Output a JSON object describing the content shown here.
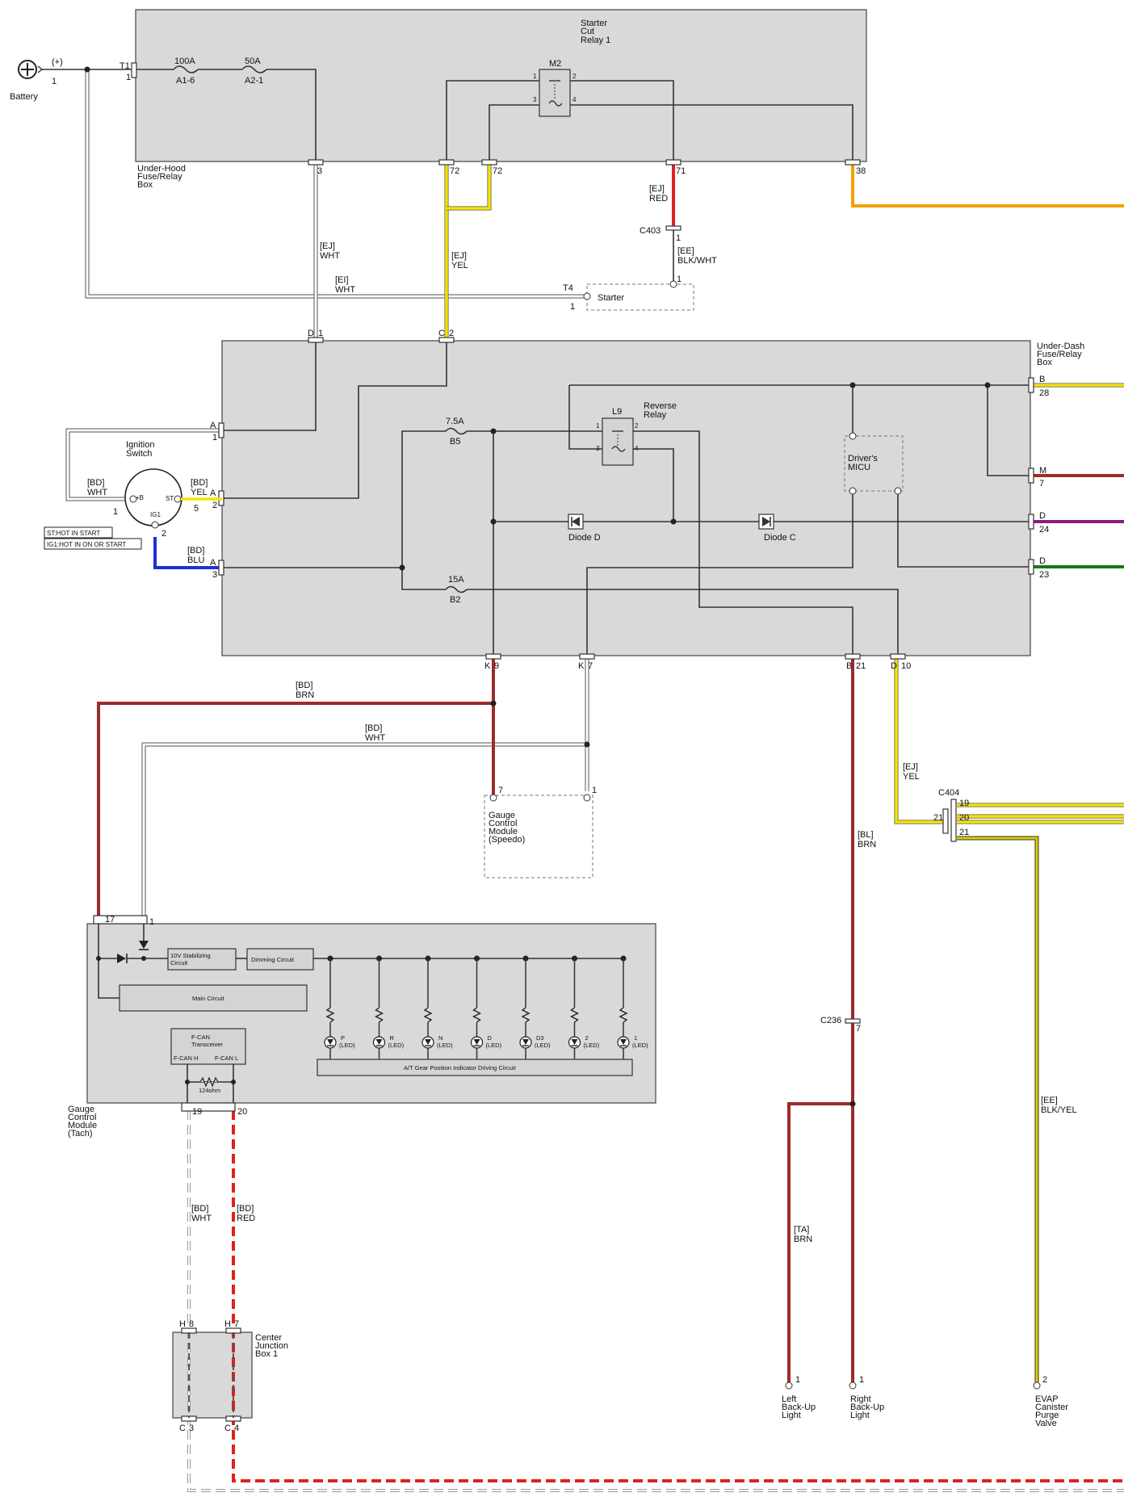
{
  "colors": {
    "red": "#e02020",
    "yellow": "#f5e400",
    "blue": "#1f2fd6",
    "brown": "#9c2b2b",
    "orange": "#f2a200",
    "purple": "#8a1a8a",
    "green": "#157a15",
    "white_wire": "#ffffff",
    "yellow_black": "#c9c200",
    "box_fill": "#d9d9d9"
  },
  "battery": {
    "label": "Battery",
    "polarity": "(+)",
    "pin": "1"
  },
  "underhood": {
    "title": [
      "Under-Hood",
      "Fuse/Relay",
      "Box"
    ],
    "t1": "T1",
    "t1_pin": "1",
    "fuse1": {
      "rating": "100A",
      "name": "A1-6"
    },
    "fuse2": {
      "rating": "50A",
      "name": "A2-1"
    },
    "relay": {
      "name": "M2",
      "title": [
        "Starter",
        "Cut",
        "Relay 1"
      ],
      "pins": [
        "1",
        "2",
        "3",
        "4"
      ]
    },
    "pins": [
      "3",
      "72",
      "72",
      "71",
      "38"
    ]
  },
  "starter": {
    "label": "Starter",
    "t4": "T4",
    "t4_pin": "1",
    "connector": "C403",
    "c403_pin": "1",
    "starter_pin": "1"
  },
  "wires": {
    "ej_wht": [
      "[EJ]",
      "WHT"
    ],
    "ej_yel": [
      "[EJ]",
      "YEL"
    ],
    "ej_red": [
      "[EJ]",
      "RED"
    ],
    "ee_blkwht": [
      "[EE]",
      "BLK/WHT"
    ],
    "ei_wht": [
      "[EI]",
      "WHT"
    ],
    "bd_wht_ign": [
      "[BD]",
      "WHT"
    ],
    "bd_yel": [
      "[BD]",
      "YEL"
    ],
    "bd_blu": [
      "[BD]",
      "BLU"
    ],
    "bd_brn": [
      "[BD]",
      "BRN"
    ],
    "bd_wht": [
      "[BD]",
      "WHT"
    ],
    "ej_yel2": [
      "[EJ]",
      "YEL"
    ],
    "bl_brn": [
      "[BL]",
      "BRN"
    ],
    "ta_brn": [
      "[TA]",
      "BRN"
    ],
    "ee_blkyel": [
      "[EE]",
      "BLK/YEL"
    ],
    "bd_wht_can": [
      "[BD]",
      "WHT"
    ],
    "bd_red_can": [
      "[BD]",
      "RED"
    ]
  },
  "ignition": {
    "title": [
      "Ignition",
      "Switch"
    ],
    "b_label": "+B",
    "st_label": "ST",
    "ig1_label": "IG1",
    "pin_b": "1",
    "pin_st": "5",
    "pin_ig1": "2",
    "notes": [
      "ST:HOT IN START",
      "IG1:HOT IN ON OR START"
    ]
  },
  "underdash": {
    "title": [
      "Under-Dash",
      "Fuse/Relay",
      "Box"
    ],
    "top_pins": [
      {
        "conn": "D",
        "pin": "1"
      },
      {
        "conn": "C",
        "pin": "2"
      }
    ],
    "left_pins": [
      {
        "conn": "A",
        "pin": "1"
      },
      {
        "conn": "A",
        "pin": "2"
      },
      {
        "conn": "A",
        "pin": "3"
      }
    ],
    "right_pins": [
      {
        "conn": "B",
        "pin": "28"
      },
      {
        "conn": "M",
        "pin": "7"
      },
      {
        "conn": "D",
        "pin": "24"
      },
      {
        "conn": "D",
        "pin": "23"
      }
    ],
    "bottom_pins": [
      {
        "conn": "K",
        "pin": "9"
      },
      {
        "conn": "K",
        "pin": "7"
      },
      {
        "conn": "B",
        "pin": "21"
      },
      {
        "conn": "D",
        "pin": "10"
      }
    ],
    "fuse_b5": {
      "rating": "7.5A",
      "name": "B5"
    },
    "fuse_b2": {
      "rating": "15A",
      "name": "B2"
    },
    "relay": {
      "name": "L9",
      "title": [
        "Reverse",
        "Relay"
      ],
      "pins": [
        "1",
        "2",
        "3",
        "4"
      ]
    },
    "diode_d": "Diode D",
    "diode_c": "Diode C",
    "micu": [
      "Driver's",
      "MICU"
    ]
  },
  "speedo": {
    "title": [
      "Gauge",
      "Control",
      "Module",
      "(Speedo)"
    ],
    "pins": [
      "7",
      "1"
    ]
  },
  "tach": {
    "title": [
      "Gauge",
      "Control",
      "Module",
      "(Tach)"
    ],
    "top_pins": [
      "17",
      "1"
    ],
    "bottom_pins": [
      "19",
      "20"
    ],
    "stabilizing": [
      "10V Stabilizing",
      "Circuit"
    ],
    "dimming": "Dimming Circuit",
    "main": "Main Circuit",
    "fcan": [
      "F-CAN",
      "Transceiver"
    ],
    "fcan_h": "F-CAN H",
    "fcan_l": "F-CAN L",
    "resistor": "124ohm",
    "leds": [
      {
        "name": "P",
        "led": "(LED)"
      },
      {
        "name": "R",
        "led": "(LED)"
      },
      {
        "name": "N",
        "led": "(LED)"
      },
      {
        "name": "D",
        "led": "(LED)"
      },
      {
        "name": "D3",
        "led": "(LED)"
      },
      {
        "name": "2",
        "led": "(LED)"
      },
      {
        "name": "1",
        "led": "(LED)"
      }
    ],
    "at_driver": "A/T Gear Position Indicator Driving Circuit"
  },
  "c404": {
    "label": "C404",
    "pins_right": [
      "19",
      "20",
      "21"
    ],
    "pin_left": "21"
  },
  "c236": {
    "label": "C236",
    "pin": "7"
  },
  "cjb": {
    "title": [
      "Center",
      "Junction",
      "Box 1"
    ],
    "top": [
      {
        "conn": "H",
        "pin": "8"
      },
      {
        "conn": "H",
        "pin": "7"
      }
    ],
    "bottom": [
      {
        "conn": "C",
        "pin": "3"
      },
      {
        "conn": "C",
        "pin": "4"
      }
    ]
  },
  "bottom_loads": {
    "left_backup": {
      "pin": "1",
      "label": [
        "Left",
        "Back-Up",
        "Light"
      ]
    },
    "right_backup": {
      "pin": "1",
      "label": [
        "Right",
        "Back-Up",
        "Light"
      ]
    },
    "evap": {
      "pin": "2",
      "label": [
        "EVAP",
        "Canister",
        "Purge",
        "Valve"
      ]
    }
  }
}
